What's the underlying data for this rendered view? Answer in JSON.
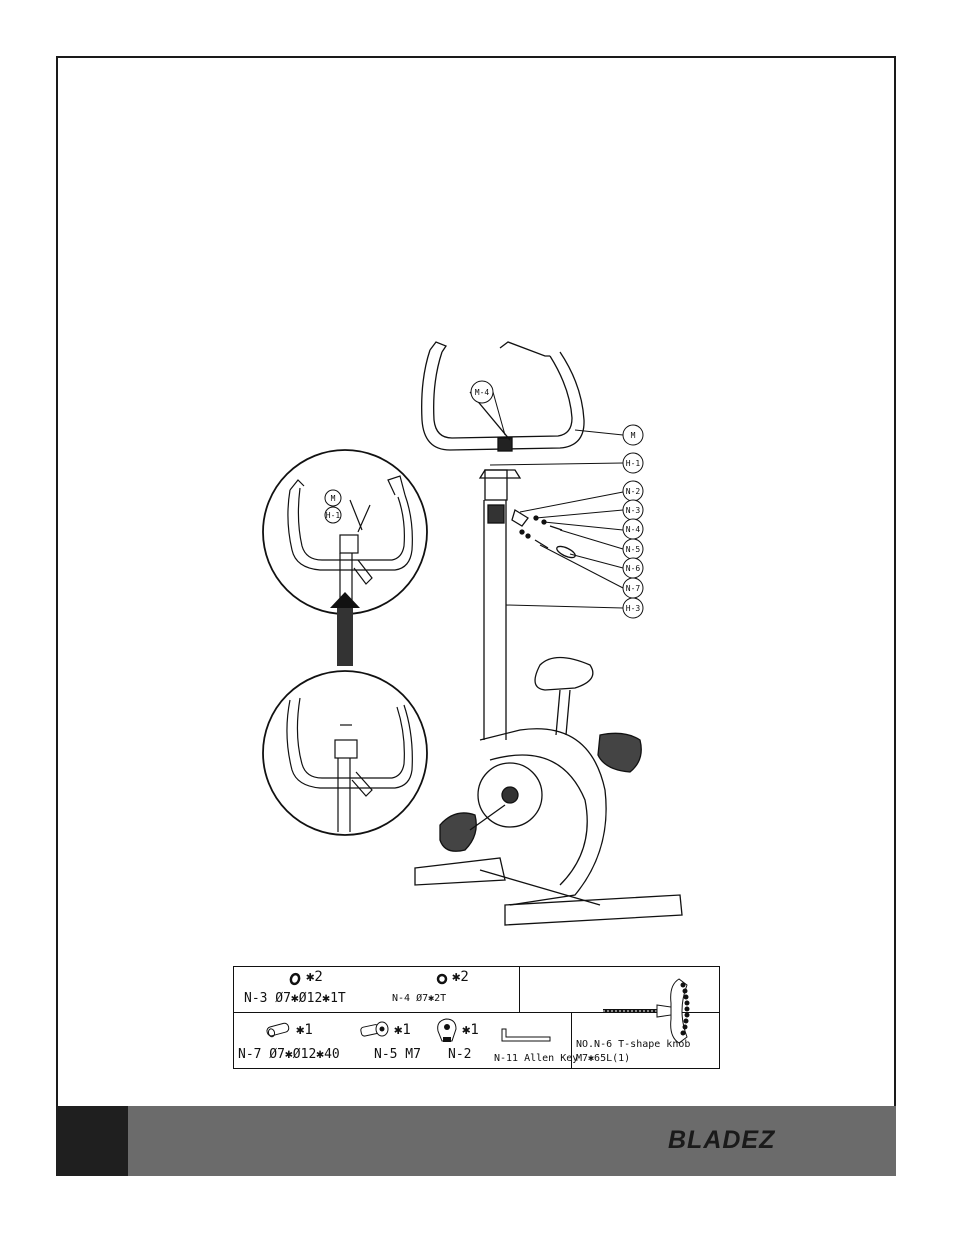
{
  "brand": {
    "name": "BLADEZ"
  },
  "callouts": {
    "main": [
      {
        "id": "M-4"
      },
      {
        "id": "M"
      },
      {
        "id": "H-1"
      },
      {
        "id": "N-2"
      },
      {
        "id": "N-3"
      },
      {
        "id": "N-4"
      },
      {
        "id": "N-5"
      },
      {
        "id": "N-6"
      },
      {
        "id": "N-7"
      },
      {
        "id": "H-3"
      }
    ],
    "detail": [
      {
        "id": "M"
      },
      {
        "id": "H-1"
      }
    ]
  },
  "parts": {
    "n3": {
      "qty": "✱2",
      "label": "N-3  Ø7✱Ø12✱1T"
    },
    "n4": {
      "qty": "✱2",
      "label": "N-4  Ø7✱2T"
    },
    "n7": {
      "qty": "✱1",
      "label": "N-7  Ø7✱Ø12✱40"
    },
    "n5": {
      "qty": "✱1",
      "label": "N-5  M7"
    },
    "n2": {
      "qty": "✱1",
      "label": "N-2"
    },
    "n11": {
      "label": "N-11 Allen Key"
    },
    "n6": {
      "label_line1": "NO.N-6  T-shape knob",
      "label_line2": "M7✱65L(1)"
    }
  }
}
